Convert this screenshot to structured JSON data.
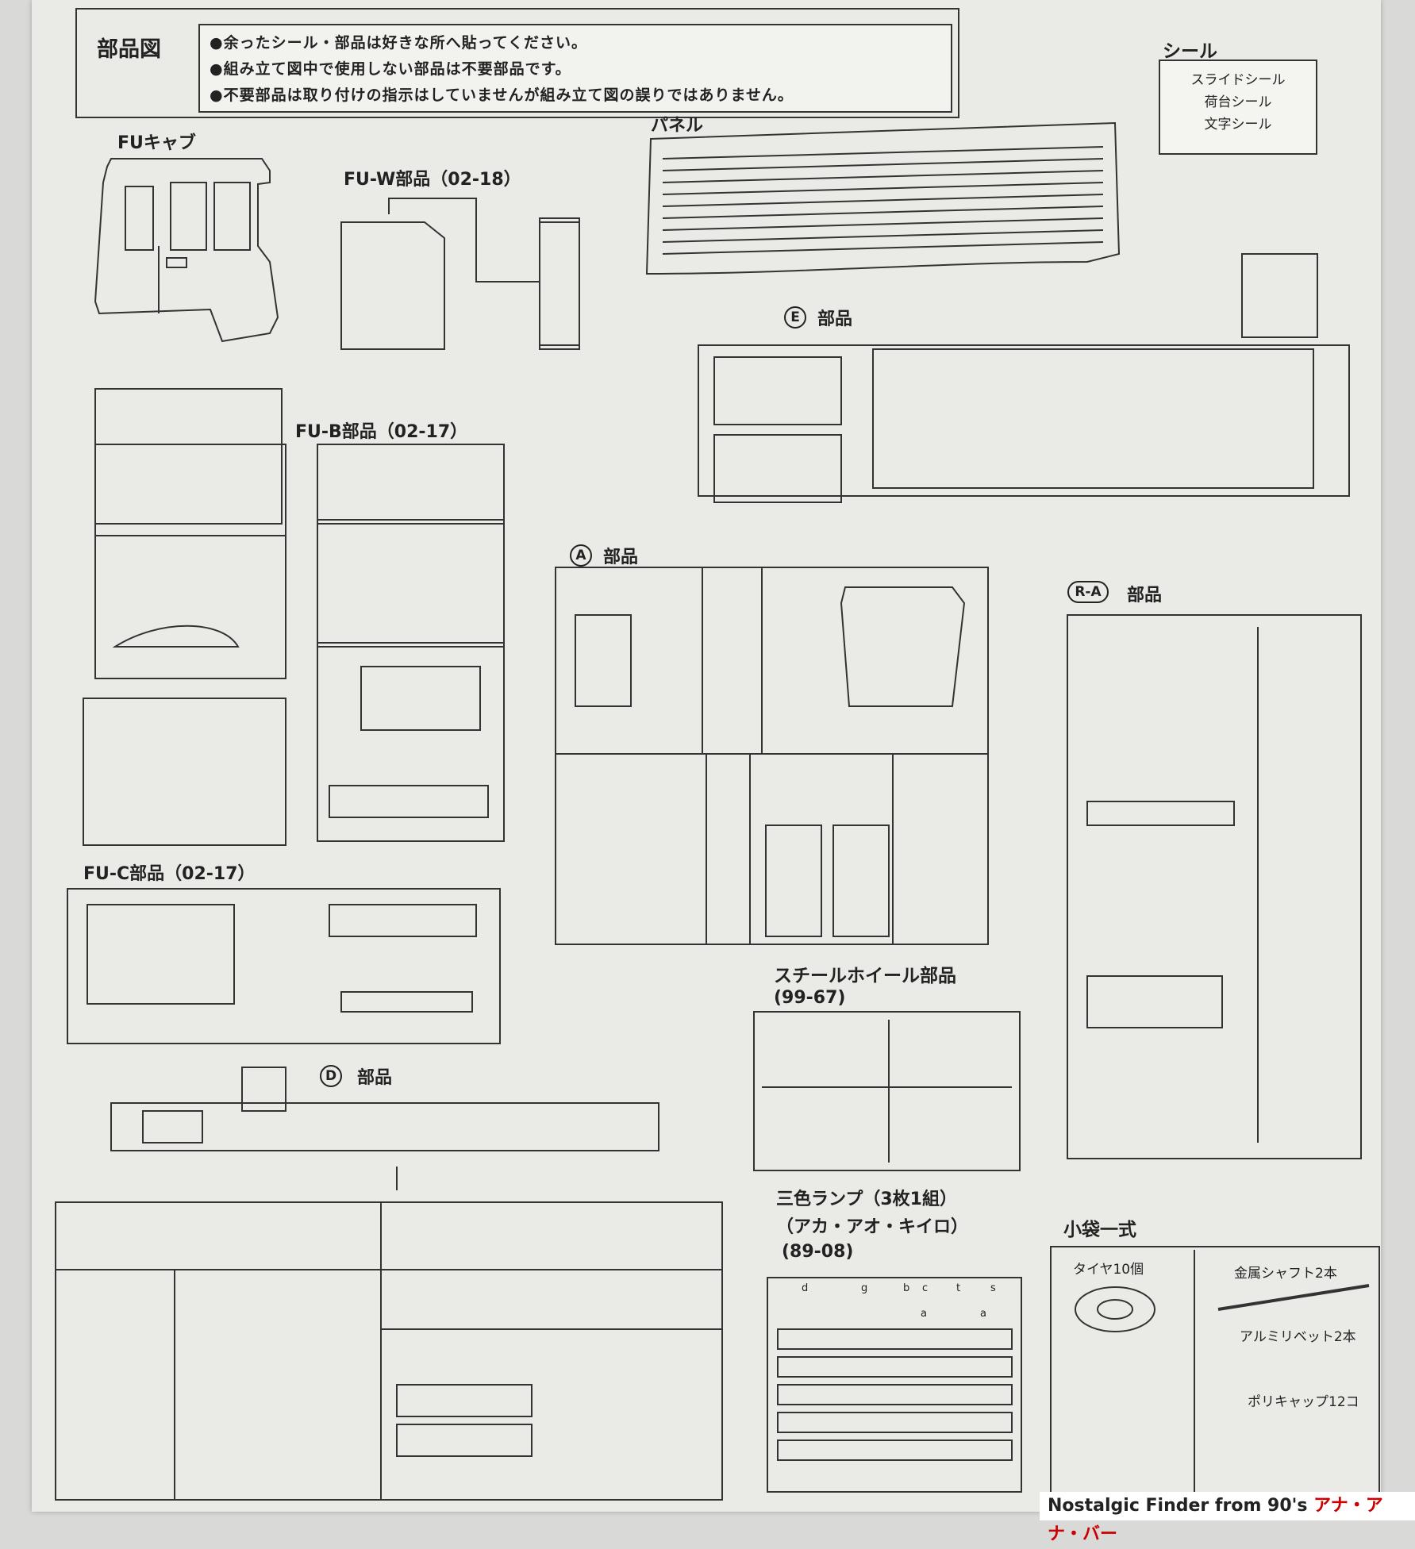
{
  "title": "部品図",
  "notes": [
    "●余ったシール・部品は好きな所へ貼ってください。",
    "●組み立て図中で使用しない部品は不要部品です。",
    "●不要部品は取り付けの指示はしていませんが組み立て図の誤りではありません。"
  ],
  "seal": {
    "label": "シール",
    "items": [
      "スライドシール",
      "荷台シール",
      "文字シール"
    ]
  },
  "sections": {
    "fu_cab": "FUキャブ",
    "fu_w": "FU-W部品（02-18）",
    "panel": "パネル",
    "e_parts": "部品",
    "e_letter": "E",
    "fu_b": "FU-B部品（02-17）",
    "a_parts": "部品",
    "a_letter": "A",
    "ra_parts": "部品",
    "ra_letter": "R-A",
    "fu_c": "FU-C部品（02-17）",
    "d_parts": "部品",
    "d_letter": "D",
    "steel_wheel_line1": "スチールホイール部品",
    "steel_wheel_line2": "(99-67)",
    "lamp_line1": "三色ランプ（3枚1組）",
    "lamp_line2": "（アカ・アオ・キイロ）",
    "lamp_line3": "(89-08)",
    "bag": "小袋一式"
  },
  "bag_items": {
    "tires": "タイヤ10個",
    "shaft": "金属シャフト2本",
    "rivet": "アルミリベット2本",
    "polycap": "ポリキャップ12コ"
  },
  "lamp_letters": [
    "d",
    "g",
    "b",
    "c",
    "t",
    "s",
    "a",
    "a"
  ],
  "watermark": {
    "en": "Nostalgic Finder from 90's",
    "jp": "アナ・アナ・バー"
  }
}
